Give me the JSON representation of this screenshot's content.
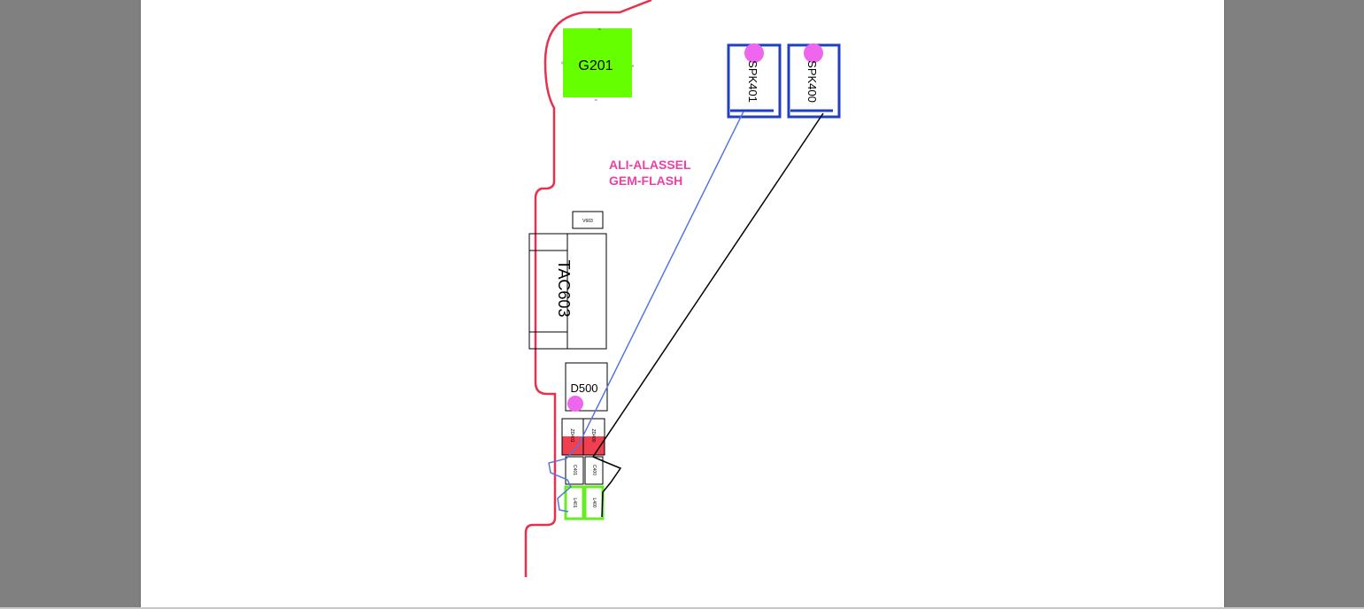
{
  "components": {
    "g201": "G201",
    "spk401": "SPK401",
    "spk400": "SPK400",
    "tac603": "TAC603",
    "v603": "V603",
    "d500": "D500",
    "zd401": "ZD401",
    "zd400": "ZD400",
    "c401": "C401",
    "c400": "C400",
    "l401": "L401",
    "l400": "L400"
  },
  "watermark": {
    "line1": "ALI-ALASSEL",
    "line2": "GEM-FLASH"
  },
  "colors": {
    "outline": "#e8304e",
    "speaker": "#1f3fc4",
    "highlight_pad": "#66ff00",
    "marker": "#ee66ee",
    "trace_spk401": "#5577dd",
    "trace_spk400": "#000000",
    "zener_fill": "#f04050",
    "inductor_border": "#66ee22",
    "watermark": "#ee3fa8"
  }
}
